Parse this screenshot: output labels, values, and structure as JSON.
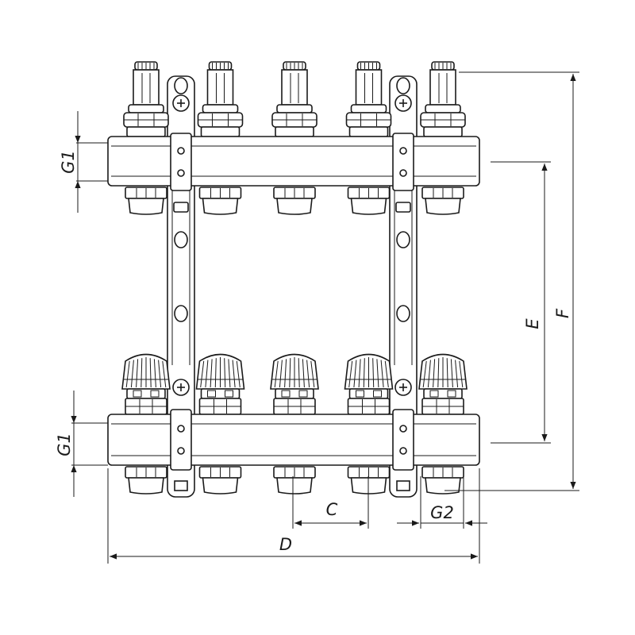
{
  "labels": {
    "g1_top": "G1",
    "g1_bottom": "G1",
    "e": "E",
    "f": "F",
    "c": "C",
    "g2": "G2",
    "d": "D"
  },
  "manifold": {
    "outlet_count": 5,
    "upper_fitting": "flow-meter",
    "lower_fitting": "valve-knob"
  },
  "colors": {
    "line": "#1a1a1a",
    "background": "#ffffff"
  }
}
